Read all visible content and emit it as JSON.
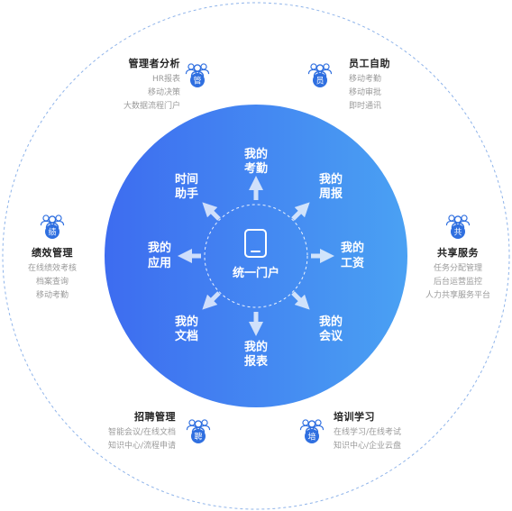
{
  "center": {
    "label": "统一门户"
  },
  "spokes": [
    {
      "id": "attendance",
      "line1": "我的",
      "line2": "考勤"
    },
    {
      "id": "weekly",
      "line1": "我的",
      "line2": "周报"
    },
    {
      "id": "salary",
      "line1": "我的",
      "line2": "工资"
    },
    {
      "id": "meeting",
      "line1": "我的",
      "line2": "会议"
    },
    {
      "id": "report",
      "line1": "我的",
      "line2": "报表"
    },
    {
      "id": "docs",
      "line1": "我的",
      "line2": "文档"
    },
    {
      "id": "apps",
      "line1": "我的",
      "line2": "应用"
    },
    {
      "id": "timehelper",
      "line1": "时间",
      "line2": "助手"
    }
  ],
  "modules": [
    {
      "id": "mgmt",
      "badge": "管",
      "title": "管理者分析",
      "items": [
        "HR报表",
        "移动决策",
        "大数据流程门户"
      ]
    },
    {
      "id": "ess",
      "badge": "员",
      "title": "员工自助",
      "items": [
        "移动考勤",
        "移动审批",
        "即时通讯"
      ]
    },
    {
      "id": "perf",
      "badge": "绩",
      "title": "绩效管理",
      "items": [
        "在线绩效考核",
        "档案查询",
        "移动考勤"
      ]
    },
    {
      "id": "shared",
      "badge": "共",
      "title": "共享服务",
      "items": [
        "任务分配管理",
        "后台运营监控",
        "人力共享服务平台"
      ]
    },
    {
      "id": "recruit",
      "badge": "聘",
      "title": "招聘管理",
      "items": [
        "智能会议/在线文档",
        "知识中心/流程申请"
      ]
    },
    {
      "id": "train",
      "badge": "培",
      "title": "培训学习",
      "items": [
        "在线学习/在线考试",
        "知识中心/企业云盘"
      ]
    }
  ],
  "colors": {
    "circle_from": "#3f6ff0",
    "circle_to": "#4aa0f3",
    "accent": "#2f6fe0",
    "ring": "#8fb4ea"
  },
  "icons": {
    "center": "tablet-icon",
    "spoke": "arrow-icon",
    "module": "people-group-icon"
  }
}
